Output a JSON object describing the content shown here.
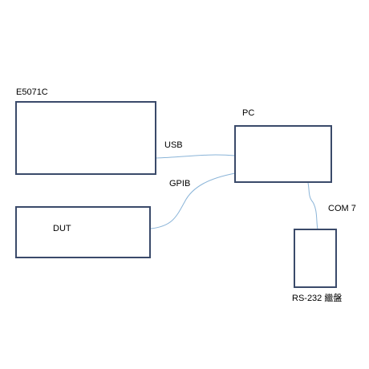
{
  "devices": {
    "analyzer": "E5071C",
    "dut": "DUT",
    "pc": "PC",
    "relay": "RS-232 繼盤"
  },
  "links": {
    "usb": "USB",
    "gpib": "GPIB",
    "com": "COM 7"
  },
  "colors": {
    "box_border": "#3a4a6a",
    "wire": "#8ab4d8"
  }
}
